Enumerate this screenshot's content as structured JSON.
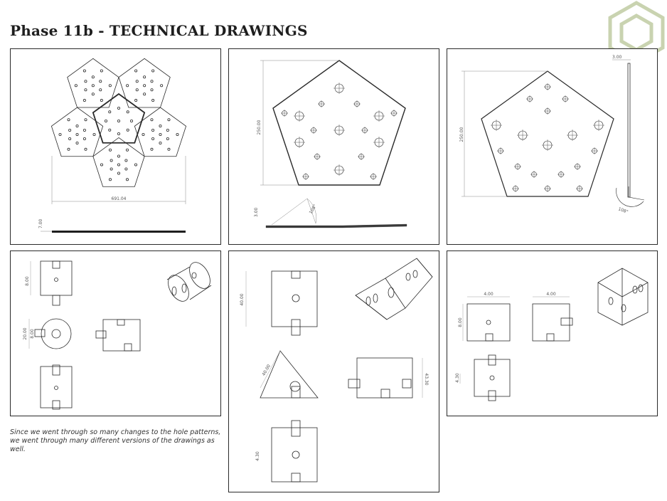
{
  "page": {
    "title": "Phase 11b - TECHNICAL DRAWINGS",
    "caption": "Since we went through so many changes to the hole patterns, we went through many different versions of the drawings as well."
  },
  "panel1": {
    "width_dim": "691.04",
    "thick_dim": "7.00"
  },
  "panel2": {
    "height_dim": "250.00",
    "thick_dim": "3.00",
    "angle_dim": "108°"
  },
  "panel3": {
    "height_dim": "250.00",
    "thick_dim": "3.00",
    "angle_dim": "108°"
  },
  "panel4": {
    "dim_a": "8.00",
    "dim_b": "20.00",
    "dim_c": "8.00"
  },
  "panel5": {
    "dim_a": "40.00",
    "dim_b": "40.00",
    "dim_c": "43.30",
    "dim_d": "4.30"
  },
  "panel6": {
    "dim_a": "4.00",
    "dim_b": "4.00",
    "dim_c": "8.00",
    "dim_d": "4.30"
  },
  "colors": {
    "line": "#2a2a2a",
    "dim": "#777777",
    "logo": "#c9d3b0"
  }
}
